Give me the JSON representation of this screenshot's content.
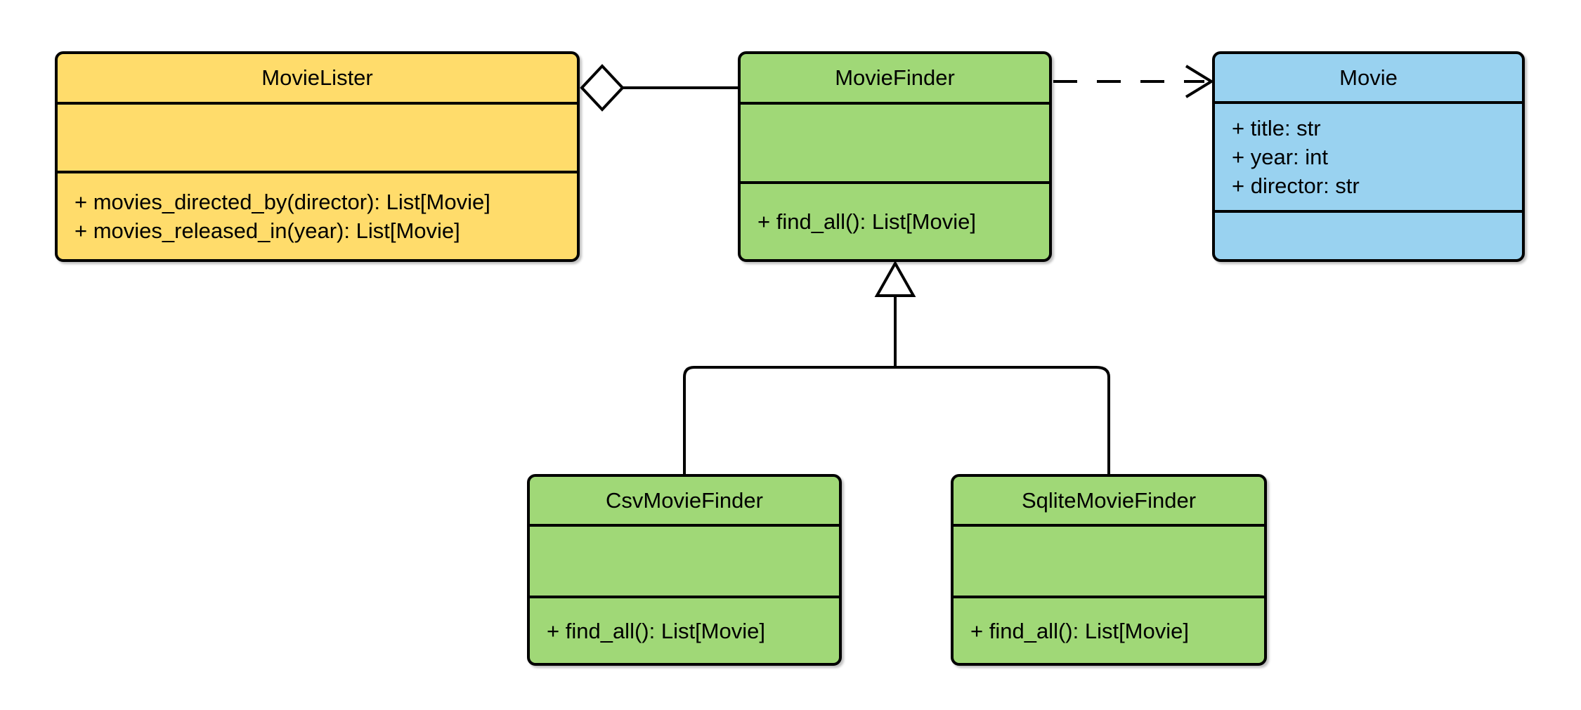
{
  "colors": {
    "background": "#ffffff",
    "stroke": "#000000",
    "text": "#000000",
    "class_yellow": "#FFDC6B",
    "class_green": "#A0D877",
    "class_blue": "#99D2F0"
  },
  "classes": [
    {
      "name": "MovieLister",
      "fill": "#FFDC6B",
      "attributes": [],
      "methods": [
        "+ movies_directed_by(director): List[Movie]",
        "+ movies_released_in(year): List[Movie]"
      ]
    },
    {
      "name": "MovieFinder",
      "fill": "#A0D877",
      "attributes": [],
      "methods": [
        "+ find_all(): List[Movie]"
      ]
    },
    {
      "name": "Movie",
      "fill": "#99D2F0",
      "attributes": [
        "+ title: str",
        "+ year: int",
        "+ director: str"
      ],
      "methods": []
    },
    {
      "name": "CsvMovieFinder",
      "fill": "#A0D877",
      "attributes": [],
      "methods": [
        "+ find_all(): List[Movie]"
      ]
    },
    {
      "name": "SqliteMovieFinder",
      "fill": "#A0D877",
      "attributes": [],
      "methods": [
        "+ find_all(): List[Movie]"
      ]
    }
  ],
  "relationships": [
    {
      "type": "aggregation",
      "from": "MovieLister",
      "to": "MovieFinder",
      "marker": "open-diamond",
      "line": "solid"
    },
    {
      "type": "dependency",
      "from": "MovieFinder",
      "to": "Movie",
      "marker": "open-arrow",
      "line": "dashed"
    },
    {
      "type": "inheritance",
      "from": "CsvMovieFinder",
      "to": "MovieFinder",
      "marker": "hollow-triangle",
      "line": "solid"
    },
    {
      "type": "inheritance",
      "from": "SqliteMovieFinder",
      "to": "MovieFinder",
      "marker": "hollow-triangle",
      "line": "solid"
    }
  ]
}
